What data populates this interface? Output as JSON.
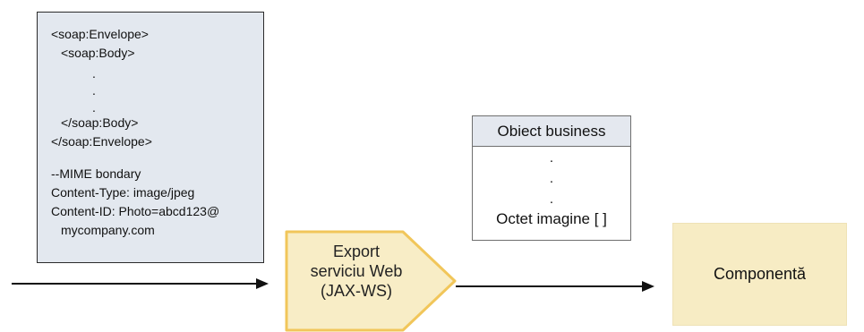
{
  "soap_message": {
    "lines": [
      "<soap:Envelope>",
      "<soap:Body>",
      ".",
      ".",
      ".",
      "</soap:Body>",
      "</soap:Envelope>",
      "--MIME bondary",
      "Content-Type: image/jpeg",
      "Content-ID: Photo=abcd123@",
      "mycompany.com"
    ]
  },
  "business_object": {
    "header": "Obiect business",
    "dots": [
      ".",
      ".",
      "."
    ],
    "field": "Octet imagine [ ]"
  },
  "export": {
    "lines": [
      "Export",
      "serviciu Web",
      "(JAX-WS)"
    ]
  },
  "component": {
    "label": "Componentă"
  },
  "colors": {
    "soap_fill": "#e3e8ef",
    "export_fill": "#f8edc6",
    "export_stroke": "#f1c65a",
    "component_fill": "#f7ecc4",
    "arrow": "#111111"
  }
}
